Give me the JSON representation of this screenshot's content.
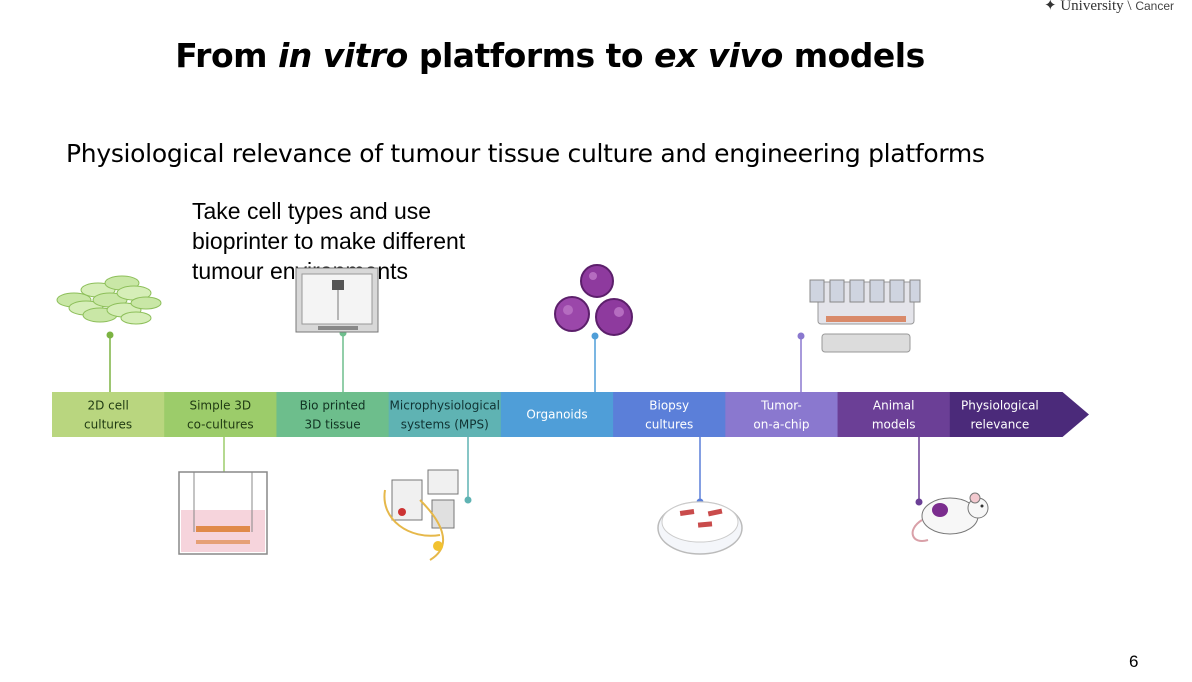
{
  "logo": {
    "university": "University",
    "cancer": "Cancer"
  },
  "title": {
    "part1": "From ",
    "italic1": "in vitro",
    "part2": " platforms to ",
    "italic2": "ex vivo",
    "part3": " models"
  },
  "subtitle": "Physiological relevance of tumour tissue culture and engineering platforms",
  "note": {
    "lines": [
      "Take cell types and use",
      "bioprinter to make different",
      "tumour environments"
    ]
  },
  "timeline": {
    "segments": [
      {
        "line1": "2D cell",
        "line2": "cultures",
        "color": "#b9d67f",
        "text_color": "#1f3a12"
      },
      {
        "line1": "Simple 3D",
        "line2": "co-cultures",
        "color": "#9ccc6a",
        "text_color": "#1f3a12"
      },
      {
        "line1": "Bio printed",
        "line2": "3D tissue",
        "color": "#6dbe8c",
        "text_color": "#113322"
      },
      {
        "line1": "Microphysiological",
        "line2": "systems (MPS)",
        "color": "#5fb3b3",
        "text_color": "#103333"
      },
      {
        "line1": "Organoids",
        "line2": "",
        "color": "#4f9ed8",
        "text_color": "#ffffff"
      },
      {
        "line1": "Biopsy",
        "line2": "cultures",
        "color": "#5b7fd9",
        "text_color": "#ffffff"
      },
      {
        "line1": "Tumor-",
        "line2": "on-a-chip",
        "color": "#8a78cf",
        "text_color": "#ffffff"
      },
      {
        "line1": "Animal",
        "line2": "models",
        "color": "#6b3f96",
        "text_color": "#ffffff"
      },
      {
        "line1": "Physiological",
        "line2": "relevance",
        "color": "#4b2a7a",
        "text_color": "#ffffff"
      }
    ]
  },
  "illustrations": {
    "above": [
      "2D cell culture dish",
      "3D bioprinter",
      "Organoids",
      "Tumor-on-a-chip device"
    ],
    "below": [
      "Transwell co-culture",
      "Microfluidic MPS setup",
      "Biopsy petri dish",
      "Mouse"
    ]
  },
  "colors": {
    "accent_purple": "#7b2d8e",
    "connector_green": "#7cb342",
    "connector_teal": "#5fb3b3",
    "connector_blue": "#4f9ed8",
    "connector_purple": "#8a78cf"
  },
  "page_number": "6"
}
